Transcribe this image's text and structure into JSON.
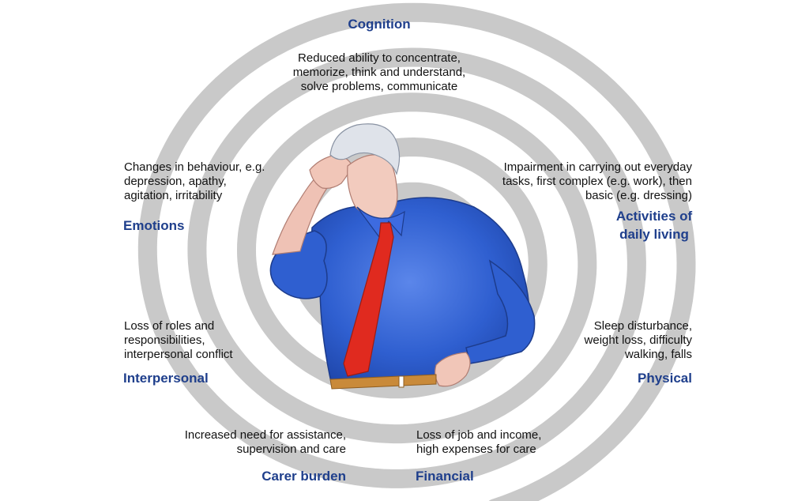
{
  "colors": {
    "heading": "#1f3f8c",
    "text": "#111111",
    "spiral": "#c9c9c9",
    "shirt": "#2f5fd0",
    "tie": "#e02a1f",
    "hair": "#dfe3ea",
    "belt": "#c98a3a"
  },
  "illustration": {
    "subject": "elderly man in blue shirt and red tie holding his forehead, hand on hip",
    "background": "grey concentric spiral"
  },
  "domains": {
    "cognition": {
      "title": "Cognition",
      "desc": [
        "Reduced ability to concentrate,",
        "memorize, think and understand,",
        "solve problems, communicate"
      ]
    },
    "emotions": {
      "title": "Emotions",
      "desc": [
        "Changes in behaviour, e.g.",
        "depression, apathy,",
        "agitation, irritability"
      ]
    },
    "adl": {
      "title": [
        "Activities of",
        "daily living"
      ],
      "desc": [
        "Impairment in carrying out everyday",
        "tasks, first complex (e.g. work), then",
        "basic (e.g. dressing)"
      ]
    },
    "interpersonal": {
      "title": "Interpersonal",
      "desc": [
        "Loss of roles and",
        "responsibilities,",
        "interpersonal conflict"
      ]
    },
    "physical": {
      "title": "Physical",
      "desc": [
        "Sleep disturbance,",
        "weight loss, difficulty",
        "walking, falls"
      ]
    },
    "carer": {
      "title": "Carer burden",
      "desc": [
        "Increased need for assistance,",
        "supervision and care"
      ]
    },
    "financial": {
      "title": "Financial",
      "desc": [
        "Loss of job and income,",
        "high expenses for care"
      ]
    }
  }
}
